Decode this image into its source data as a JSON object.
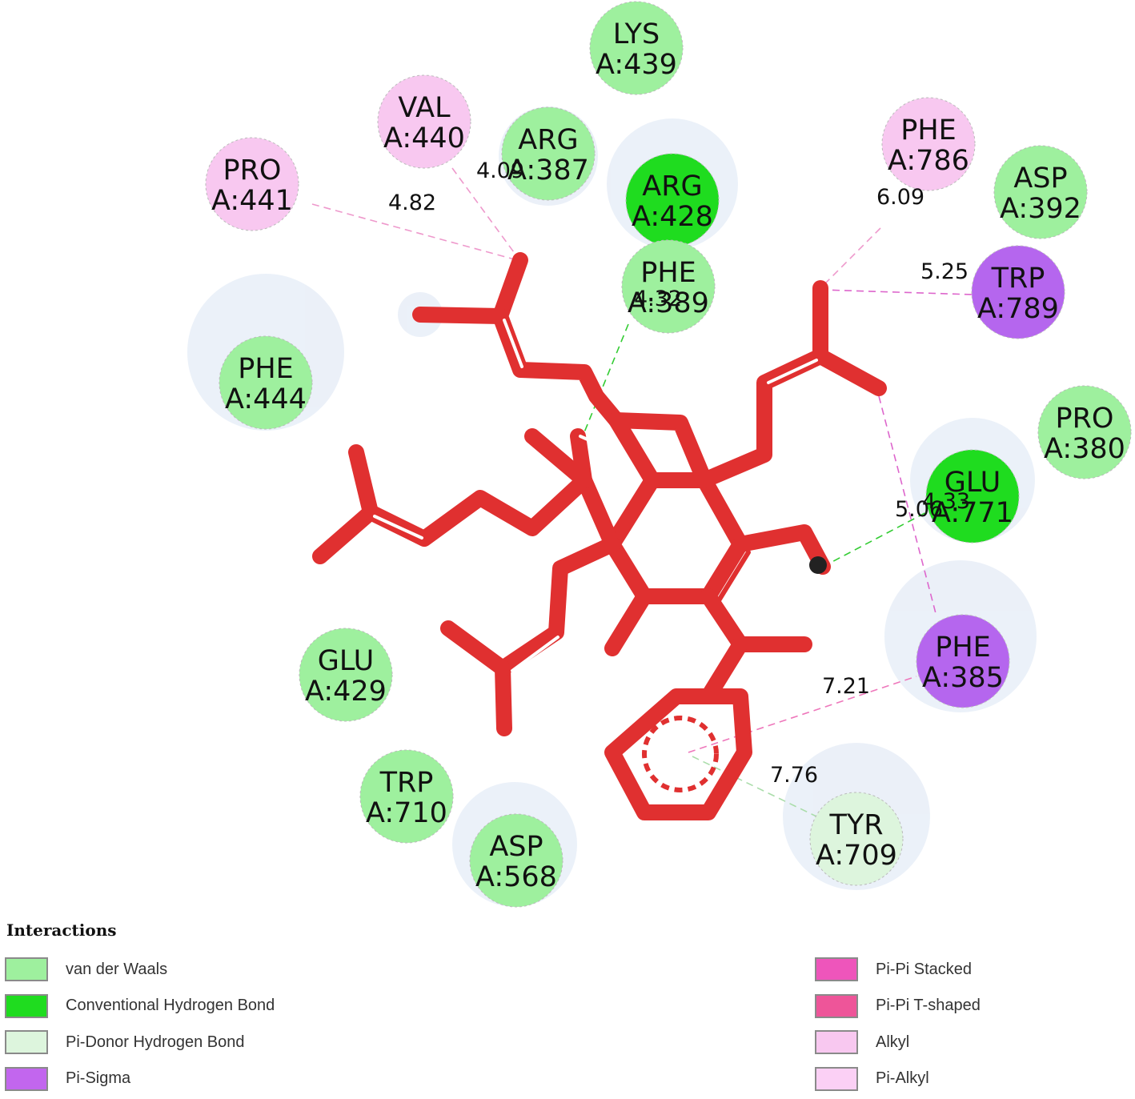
{
  "legend": {
    "title": "Interactions",
    "left": [
      {
        "label": "van der Waals",
        "color": "#9ef09e"
      },
      {
        "label": "Conventional Hydrogen Bond",
        "color": "#1fdc1f"
      },
      {
        "label": "Pi-Donor Hydrogen Bond",
        "color": "#ddf5dd"
      },
      {
        "label": "Pi-Sigma",
        "color": "#c266ee"
      }
    ],
    "right": [
      {
        "label": "Pi-Pi Stacked",
        "color": "#ee55bb"
      },
      {
        "label": "Pi-Pi T-shaped",
        "color": "#ee5599"
      },
      {
        "label": "Alkyl",
        "color": "#f8c8f0"
      },
      {
        "label": "Pi-Alkyl",
        "color": "#fbd0f5"
      }
    ]
  },
  "residues": [
    {
      "id": "lys439",
      "name": "LYS",
      "num": "A:439",
      "type": "van der Waals"
    },
    {
      "id": "val440",
      "name": "VAL",
      "num": "A:440",
      "type": "Alkyl"
    },
    {
      "id": "arg387",
      "name": "ARG",
      "num": "A:387",
      "type": "van der Waals"
    },
    {
      "id": "pro441",
      "name": "PRO",
      "num": "A:441",
      "type": "Alkyl"
    },
    {
      "id": "arg428",
      "name": "ARG",
      "num": "A:428",
      "type": "Conventional Hydrogen Bond"
    },
    {
      "id": "phe389",
      "name": "PHE",
      "num": "A:389",
      "type": "van der Waals"
    },
    {
      "id": "phe786",
      "name": "PHE",
      "num": "A:786",
      "type": "Alkyl"
    },
    {
      "id": "asp392",
      "name": "ASP",
      "num": "A:392",
      "type": "van der Waals"
    },
    {
      "id": "trp789",
      "name": "TRP",
      "num": "A:789",
      "type": "Pi-Sigma"
    },
    {
      "id": "phe444",
      "name": "PHE",
      "num": "A:444",
      "type": "van der Waals"
    },
    {
      "id": "pro380",
      "name": "PRO",
      "num": "A:380",
      "type": "van der Waals"
    },
    {
      "id": "glu771",
      "name": "GLU",
      "num": "A:771",
      "type": "Conventional Hydrogen Bond"
    },
    {
      "id": "phe385",
      "name": "PHE",
      "num": "A:385",
      "type": "Pi-Sigma"
    },
    {
      "id": "glu429",
      "name": "GLU",
      "num": "A:429",
      "type": "van der Waals"
    },
    {
      "id": "trp710",
      "name": "TRP",
      "num": "A:710",
      "type": "van der Waals"
    },
    {
      "id": "asp568",
      "name": "ASP",
      "num": "A:568",
      "type": "van der Waals"
    },
    {
      "id": "tyr709",
      "name": "TYR",
      "num": "A:709",
      "type": "Pi-Donor Hydrogen Bond"
    }
  ],
  "distances": [
    {
      "id": "d1",
      "value": "4.82",
      "type": "Alkyl"
    },
    {
      "id": "d2",
      "value": "4.09",
      "type": "Alkyl"
    },
    {
      "id": "d3",
      "value": "4.32",
      "type": "Conventional Hydrogen Bond"
    },
    {
      "id": "d4",
      "value": "6.09",
      "type": "Alkyl"
    },
    {
      "id": "d5",
      "value": "5.25",
      "type": "Pi-Sigma"
    },
    {
      "id": "d6",
      "value": "5.06",
      "type": "Conventional Hydrogen Bond"
    },
    {
      "id": "d7",
      "value": "4.33",
      "type": "Pi-Sigma"
    },
    {
      "id": "d8",
      "value": "7.21",
      "type": "Pi-Alkyl"
    },
    {
      "id": "d9",
      "value": "7.76",
      "type": "Pi-Donor Hydrogen Bond"
    }
  ],
  "colors": {
    "ligand": "#e03030",
    "halo": "#e8eef8",
    "vdw": "#9ef09e",
    "hbond": "#1fdc1f",
    "alkyl": "#f8c8f0",
    "pisigma": "#b566ee",
    "pidonor": "#ddf5dd",
    "alkyl_line": "#ee88cc",
    "hbond_line": "#33cc33",
    "pidonor_line": "#aaddaa"
  }
}
